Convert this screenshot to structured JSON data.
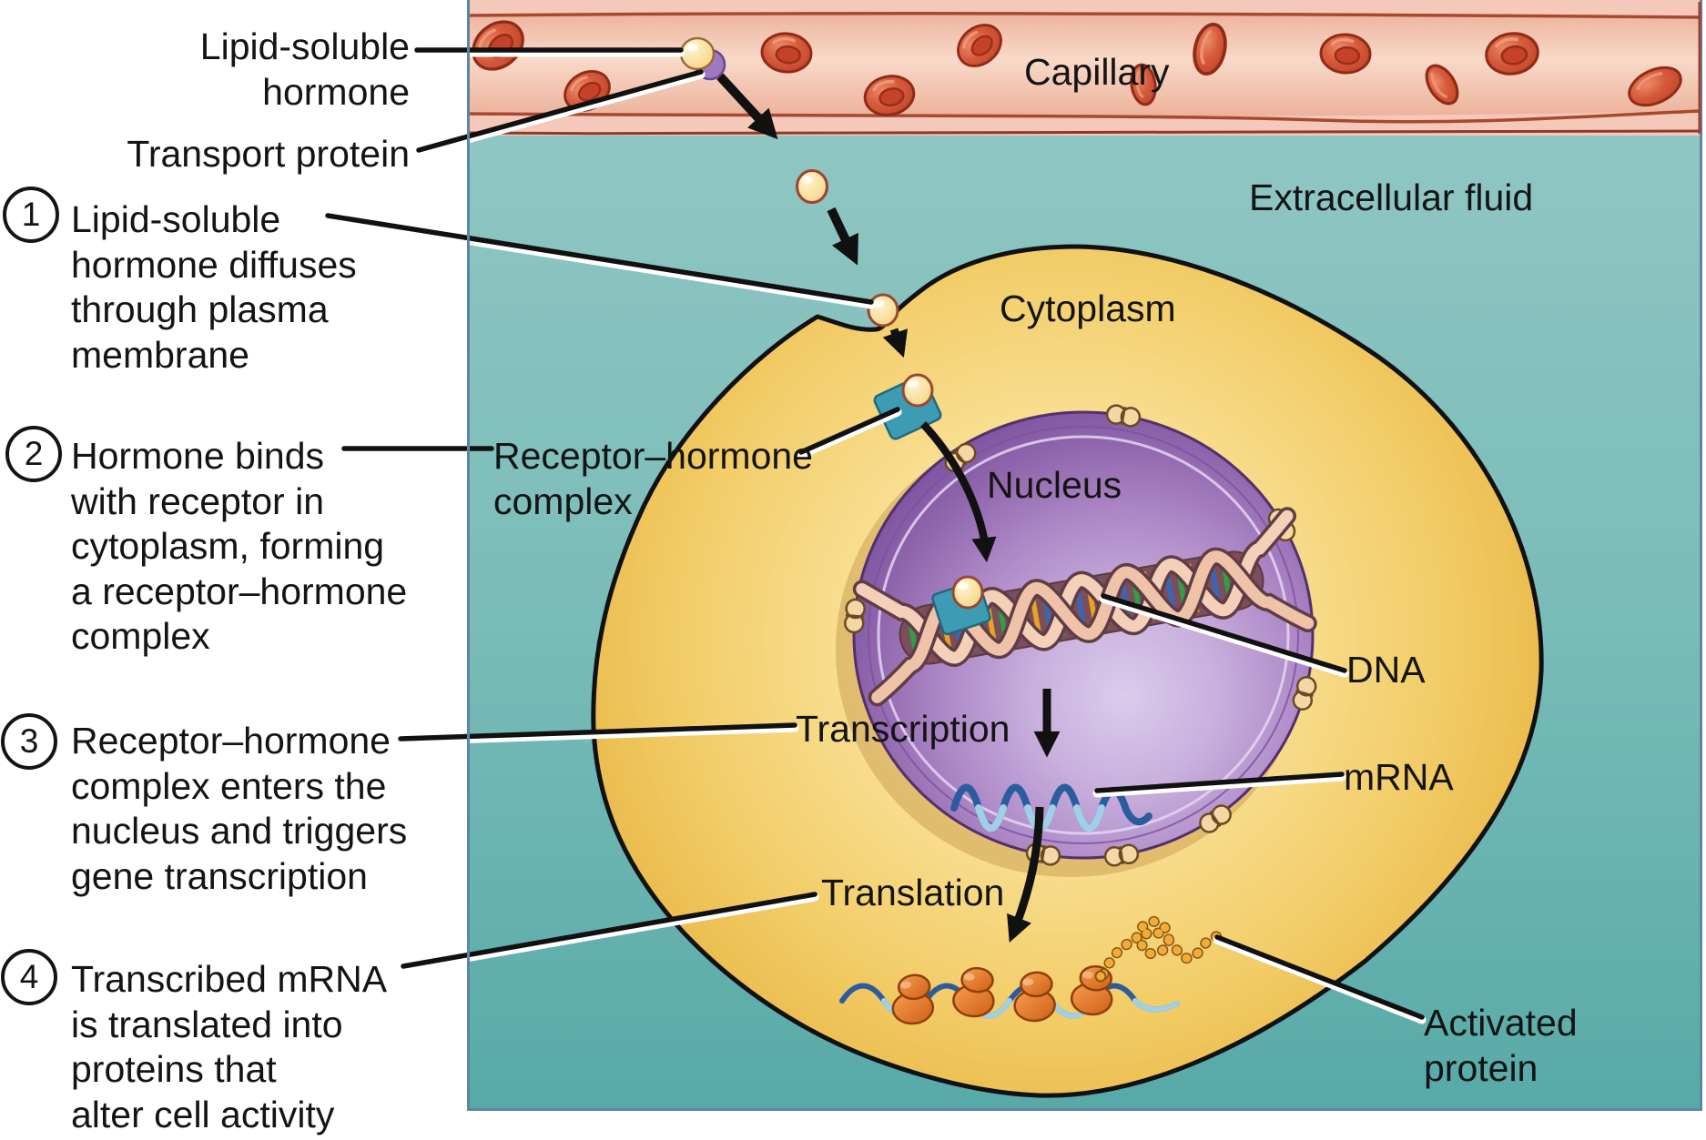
{
  "figure_labels": {
    "lipid_soluble_hormone": {
      "line1": "Lipid-soluble",
      "line2": "hormone"
    },
    "transport_protein": "Transport protein",
    "capillary": "Capillary",
    "extracellular_fluid": "Extracellular fluid",
    "cytoplasm": "Cytoplasm",
    "nucleus": "Nucleus",
    "receptor_hormone_complex": {
      "line1": "Receptor–hormone",
      "line2": "complex"
    },
    "transcription": "Transcription",
    "translation": "Translation",
    "dna": "DNA",
    "mrna": "mRNA",
    "activated_protein": {
      "line1": "Activated",
      "line2": "protein"
    }
  },
  "steps": [
    {
      "number": "1",
      "lines": [
        "Lipid-soluble",
        "hormone diffuses",
        "through plasma",
        "membrane"
      ]
    },
    {
      "number": "2",
      "lines": [
        "Hormone binds",
        "with receptor in",
        "cytoplasm, forming",
        "a receptor–hormone",
        "complex"
      ]
    },
    {
      "number": "3",
      "lines": [
        "Receptor–hormone",
        "complex enters the",
        "nucleus and triggers",
        "gene transcription"
      ]
    },
    {
      "number": "4",
      "lines": [
        "Transcribed mRNA",
        "is translated into",
        "proteins that",
        "alter cell activity"
      ]
    }
  ],
  "colors": {
    "extracellular_fluid_teal": "#8fc4c1",
    "cytoplasm_yellow": "#f5d87e",
    "cell_membrane_outline": "#111111",
    "nucleus_purple": "#9a71b9",
    "nucleus_rim": "#7b4f9e",
    "capillary_pink": "#f5c9b9",
    "capillary_wall": "#a8492f",
    "red_blood_cell": "#c94c30",
    "hormone_yellow": "#f8e2a2",
    "transport_protein_purple": "#9f79c0",
    "receptor_teal": "#3d9cb4",
    "dna_ribbon": "#f4d0b8",
    "dna_core": "#7a4e5a",
    "mrna_blue": "#2b5d9e",
    "ribosome_orange": "#e1752c",
    "activated_protein_gold": "#efa330",
    "figure_border": "#5d86a2",
    "text": "#141414"
  }
}
